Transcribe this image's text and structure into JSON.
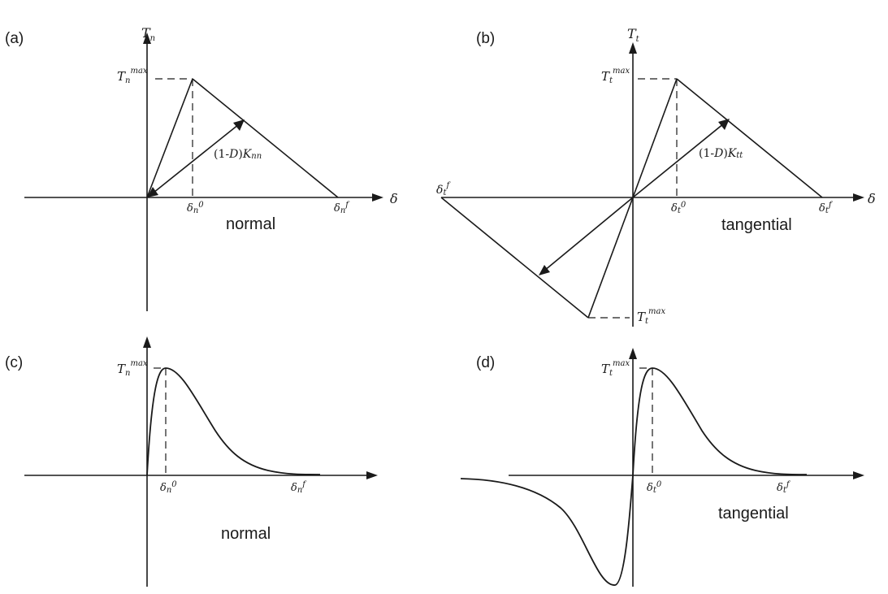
{
  "panel_a": {
    "label": "(a)",
    "axis_y": "T",
    "axis_y_sub": "n",
    "axis_x": "δ",
    "peak": "T",
    "peak_sub": "n",
    "peak_sup": "max",
    "d0": "δ",
    "d0_sub": "n",
    "d0_sup": "0",
    "df": "δ",
    "df_sub": "n",
    "df_sup": "f",
    "stiffness_prefix": "(1-",
    "stiffness_D": "D",
    "stiffness_mid": ")",
    "stiffness_K": "K",
    "stiffness_sub": "nn",
    "caption": "normal"
  },
  "panel_b": {
    "label": "(b)",
    "axis_y": "T",
    "axis_y_sub": "t",
    "axis_x": "δ",
    "peak": "T",
    "peak_sub": "t",
    "peak_sup": "max",
    "neg_peak": "T",
    "neg_peak_sub": "t",
    "neg_peak_sup": "max",
    "d0": "δ",
    "d0_sub": "t",
    "d0_sup": "0",
    "df": "δ",
    "df_sub": "t",
    "df_sup": "f",
    "neg_df": "δ",
    "neg_df_sub": "t",
    "neg_df_sup": "f",
    "stiffness_prefix": "(1-",
    "stiffness_D": "D",
    "stiffness_mid": ")",
    "stiffness_K": "K",
    "stiffness_sub": "tt",
    "caption": "tangential"
  },
  "panel_c": {
    "label": "(c)",
    "peak": "T",
    "peak_sub": "n",
    "peak_sup": "max",
    "d0": "δ",
    "d0_sub": "n",
    "d0_sup": "0",
    "df": "δ",
    "df_sub": "n",
    "df_sup": "f",
    "caption": "normal"
  },
  "panel_d": {
    "label": "(d)",
    "peak": "T",
    "peak_sub": "t",
    "peak_sup": "max",
    "d0": "δ",
    "d0_sub": "t",
    "d0_sup": "0",
    "df": "δ",
    "df_sub": "t",
    "df_sup": "f",
    "caption": "tangential"
  }
}
